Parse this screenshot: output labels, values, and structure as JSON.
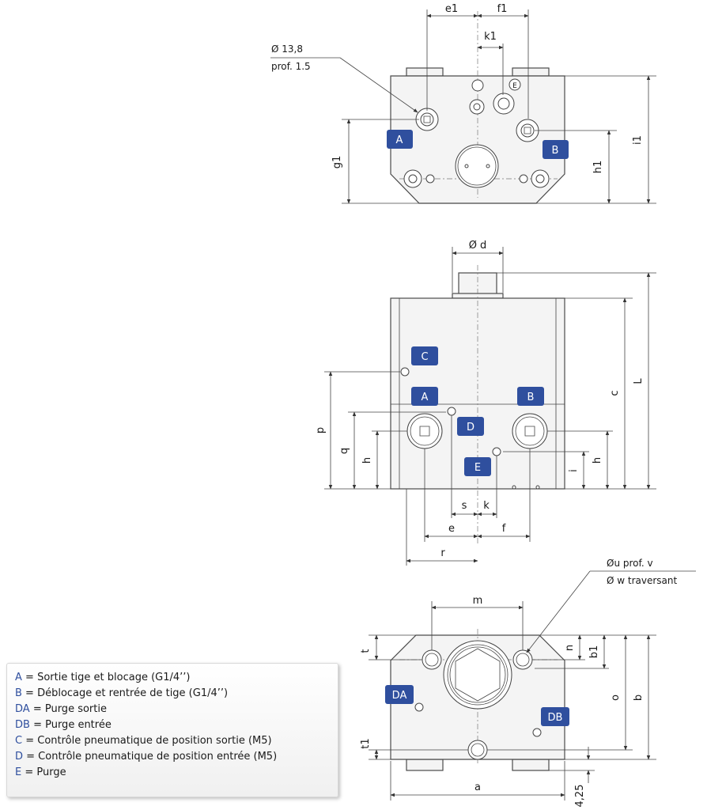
{
  "colors": {
    "badge": "#2f4f9e",
    "badge_text": "#ffffff",
    "line": "#444444",
    "part_fill": "#f4f4f4",
    "legend_key": "#2f4f9e"
  },
  "top_view": {
    "dims": {
      "e1": "e1",
      "f1": "f1",
      "k1": "k1",
      "g1": "g1",
      "h1": "h1",
      "i1": "i1"
    },
    "callout": {
      "dia": "Ø 13,8",
      "depth": "prof. 1.5"
    },
    "port_e": "E",
    "badges": {
      "a": "A",
      "b": "B"
    }
  },
  "front_view": {
    "dims": {
      "d": "Ø d",
      "L": "L",
      "c": "c",
      "p": "p",
      "q": "q",
      "h_left": "h",
      "h_right": "h",
      "i": "i",
      "s": "s",
      "k": "k",
      "e": "e",
      "f": "f",
      "r": "r"
    },
    "badges": {
      "c": "C",
      "a": "A",
      "b": "B",
      "d": "D",
      "e": "E"
    }
  },
  "bottom_view": {
    "dims": {
      "m": "m",
      "t": "t",
      "n": "n",
      "b1": "b1",
      "o": "o",
      "b": "b",
      "t1": "t1",
      "a": "a",
      "offset": "4,25"
    },
    "callout": {
      "line1": "Øu prof. v",
      "line2": "Ø w traversant"
    },
    "badges": {
      "da": "DA",
      "db": "DB"
    }
  },
  "legend": [
    {
      "key": "A",
      "text": " = Sortie tige et blocage (G1/4’’)"
    },
    {
      "key": "B",
      "text": " = Déblocage et rentrée de tige (G1/4’’)"
    },
    {
      "key": "DA",
      "text": " = Purge sortie"
    },
    {
      "key": "DB",
      "text": " = Purge entrée"
    },
    {
      "key": "C",
      "text": " = Contrôle pneumatique de position sortie (M5)"
    },
    {
      "key": "D",
      "text": " = Contrôle pneumatique de position entrée (M5)"
    },
    {
      "key": "E",
      "text": " = Purge"
    }
  ]
}
